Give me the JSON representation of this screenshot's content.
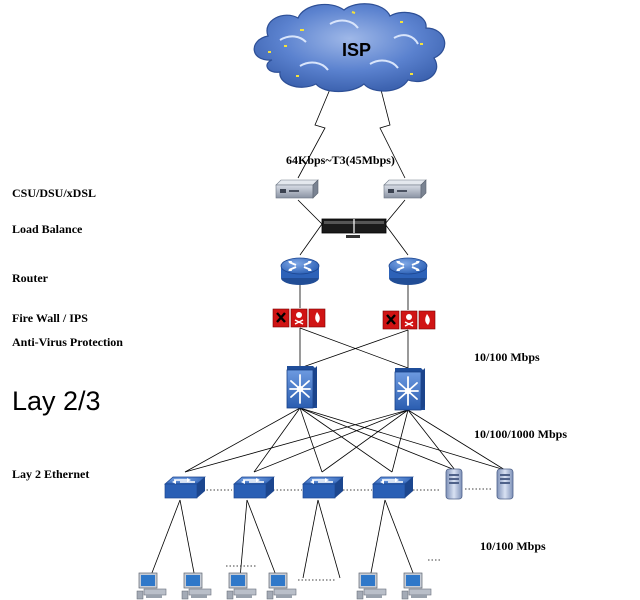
{
  "diagram": {
    "cloud_label": "ISP",
    "wan_speed": "64Kbps~T3(45Mbps)",
    "layers": {
      "csu": "CSU/DSU/xDSL",
      "load_balance": "Load Balance",
      "router": "Router",
      "firewall": "Fire Wall / IPS",
      "antivirus": "Anti-Virus Protection",
      "lay23": "Lay 2/3",
      "lay2": "Lay 2 Ethernet"
    },
    "speeds": {
      "core_uplink": "10/100 Mbps",
      "distribution": "10/100/1000 Mbps",
      "access": "10/100 Mbps"
    },
    "icons": {
      "csu": "csu-dsu-modem-icon",
      "load_balancer": "load-balancer-appliance-icon",
      "router": "router-icon",
      "firewall": "firewall-icon",
      "l3_switch": "layer3-switch-icon",
      "l2_switch": "workgroup-switch-icon",
      "server": "server-tower-icon",
      "pc": "workstation-pc-icon"
    },
    "colors": {
      "cloud": "#4a78c8",
      "router": "#3a72c4",
      "firewall": "#cc1111",
      "switch": "#2e66bb"
    }
  }
}
